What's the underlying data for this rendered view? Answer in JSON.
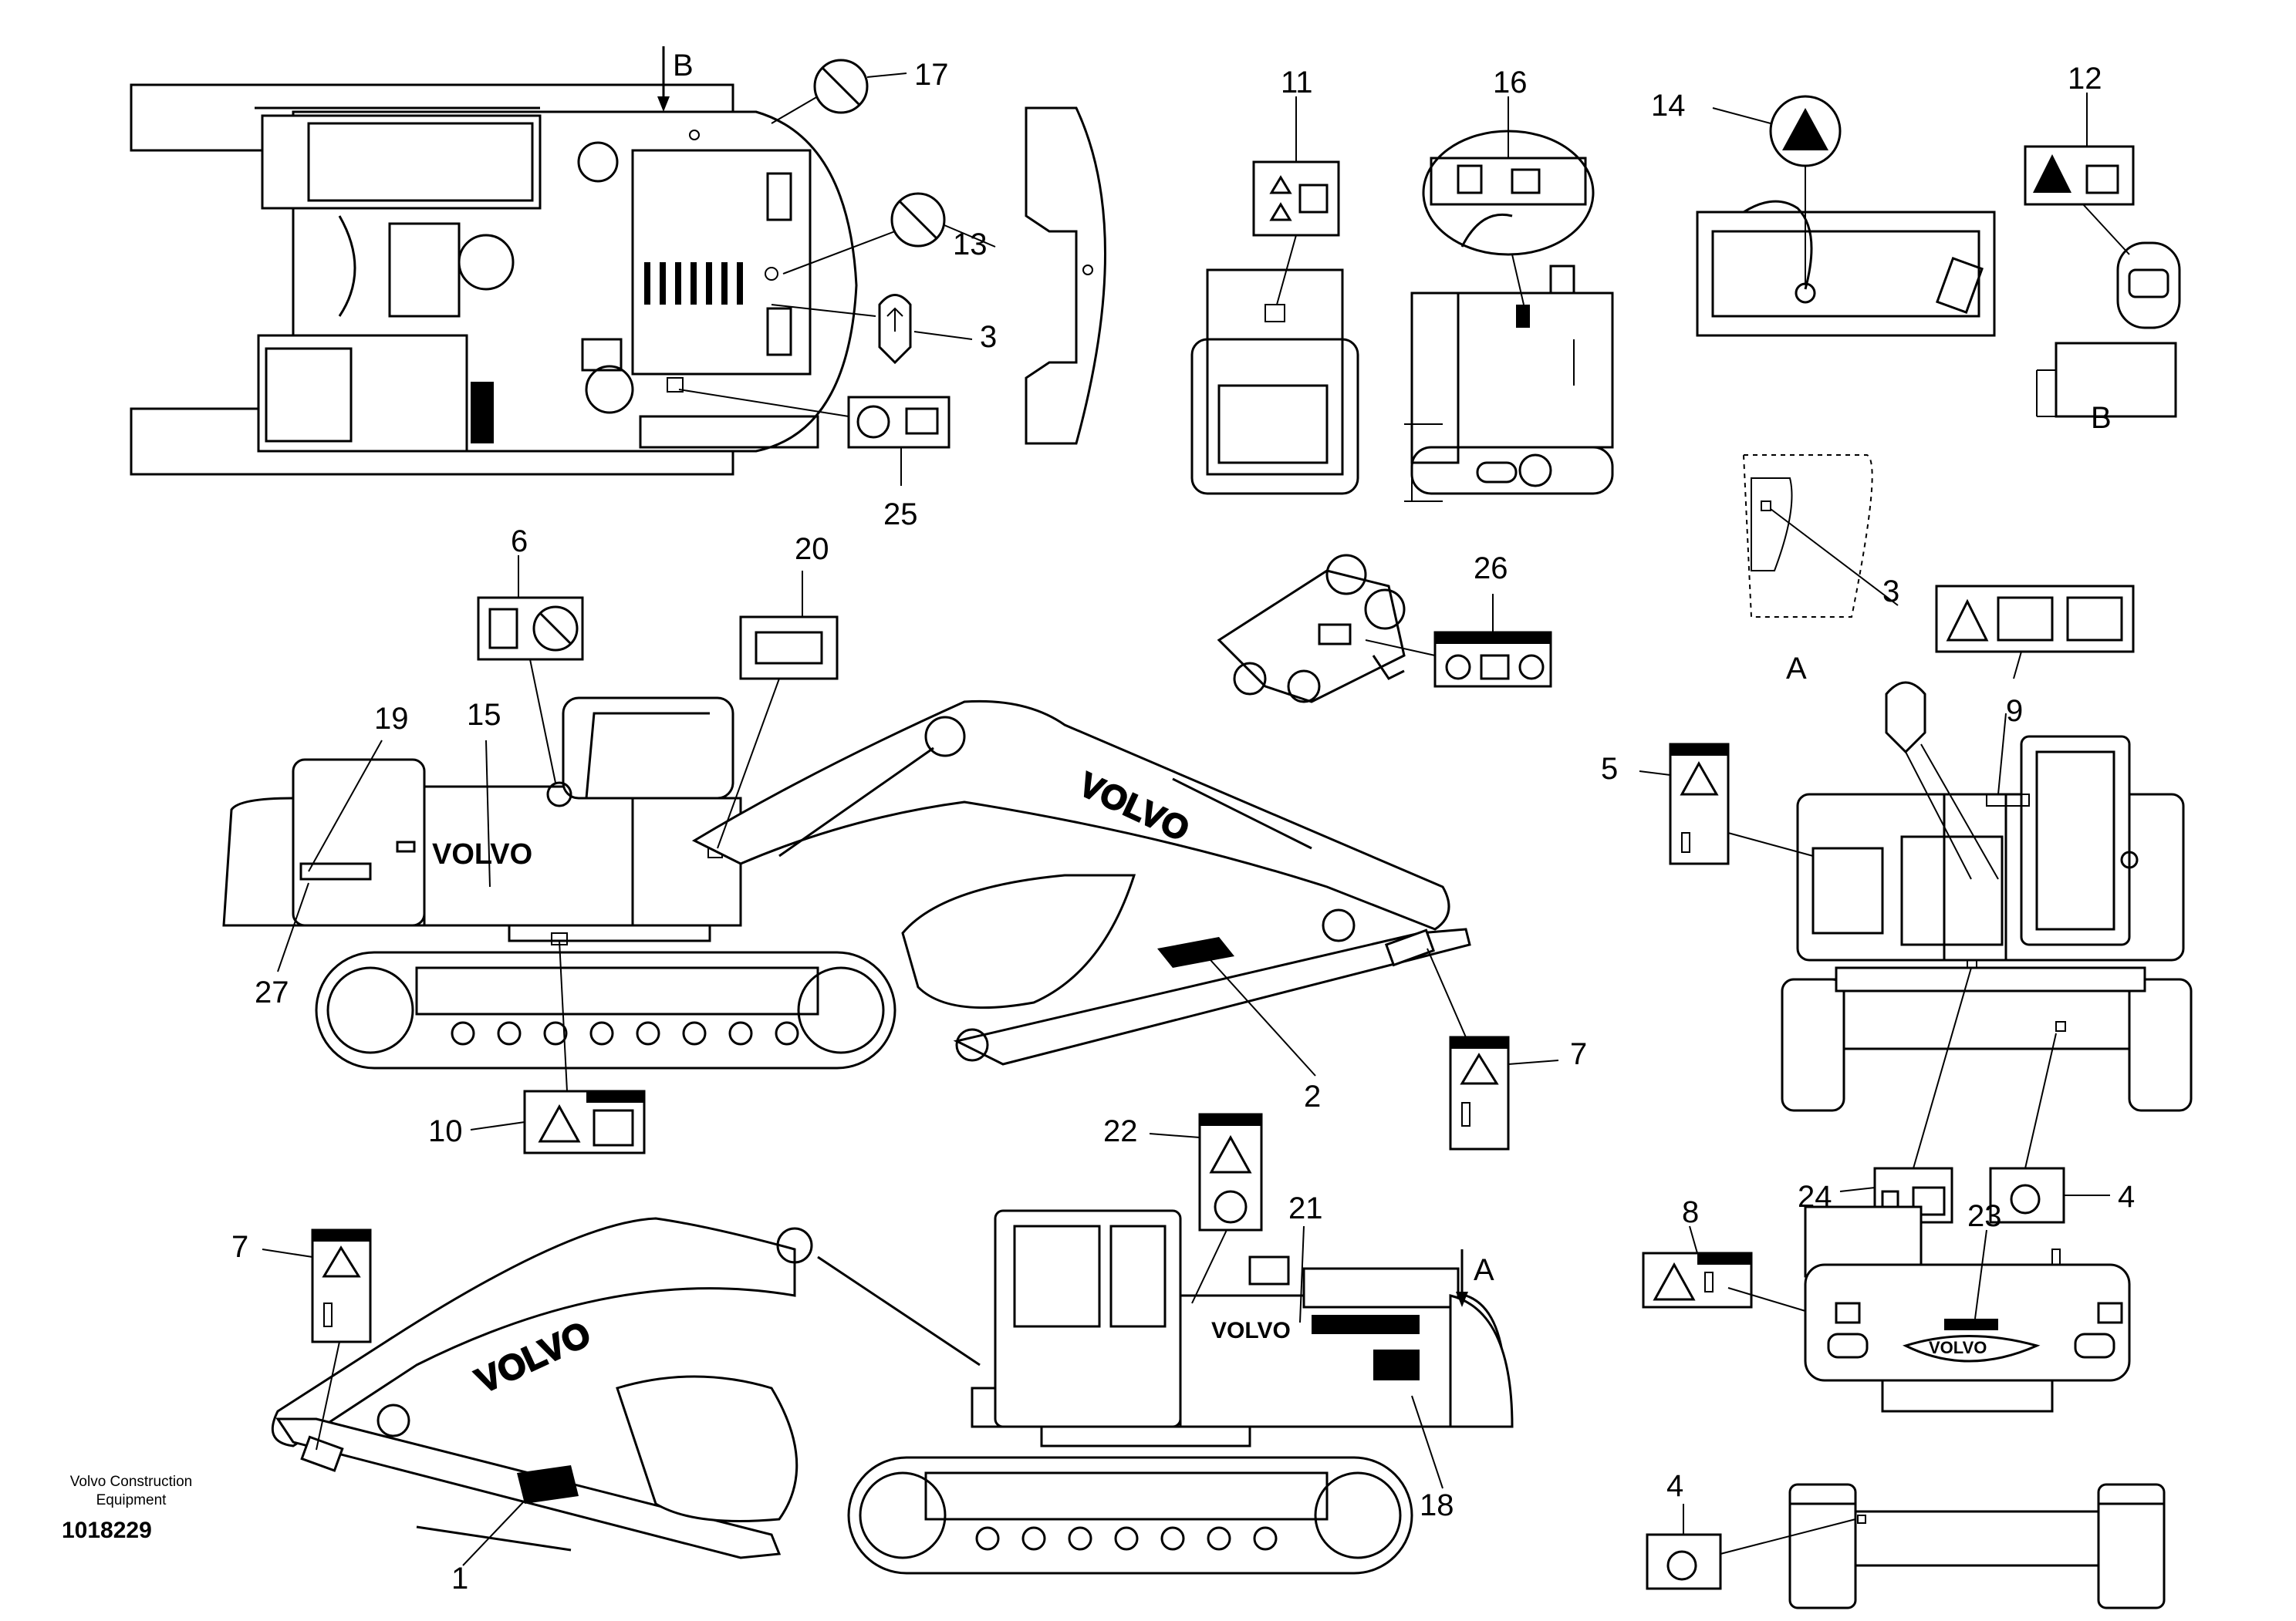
{
  "diagram": {
    "company": "Volvo Construction Equipment",
    "drawing_number": "1018229",
    "views": {
      "top_view_marker": "B",
      "rear_view_marker": "A",
      "side_view_marker": "A",
      "detail_b_marker": "B"
    },
    "brand_text": "VOLVO",
    "callouts": [
      {
        "id": "c1",
        "text": "1"
      },
      {
        "id": "c2",
        "text": "2"
      },
      {
        "id": "c3a",
        "text": "3"
      },
      {
        "id": "c3b",
        "text": "3"
      },
      {
        "id": "c4a",
        "text": "4"
      },
      {
        "id": "c4b",
        "text": "4"
      },
      {
        "id": "c5",
        "text": "5"
      },
      {
        "id": "c6",
        "text": "6"
      },
      {
        "id": "c7a",
        "text": "7"
      },
      {
        "id": "c7b",
        "text": "7"
      },
      {
        "id": "c8",
        "text": "8"
      },
      {
        "id": "c9",
        "text": "9"
      },
      {
        "id": "c10",
        "text": "10"
      },
      {
        "id": "c11",
        "text": "11"
      },
      {
        "id": "c12",
        "text": "12"
      },
      {
        "id": "c13",
        "text": "13"
      },
      {
        "id": "c14",
        "text": "14"
      },
      {
        "id": "c15",
        "text": "15"
      },
      {
        "id": "c16",
        "text": "16"
      },
      {
        "id": "c17",
        "text": "17"
      },
      {
        "id": "c18",
        "text": "18"
      },
      {
        "id": "c19",
        "text": "19"
      },
      {
        "id": "c20",
        "text": "20"
      },
      {
        "id": "c21",
        "text": "21"
      },
      {
        "id": "c22",
        "text": "22"
      },
      {
        "id": "c23",
        "text": "23"
      },
      {
        "id": "c24",
        "text": "24"
      },
      {
        "id": "c25",
        "text": "25"
      },
      {
        "id": "c26",
        "text": "26"
      },
      {
        "id": "c27",
        "text": "27"
      }
    ]
  }
}
